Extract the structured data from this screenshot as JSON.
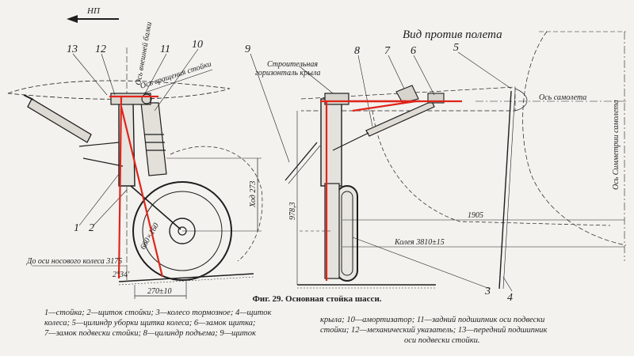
{
  "direction": {
    "label": "НП"
  },
  "view_title": "Вид против полета",
  "callouts": {
    "n1": "1",
    "n2": "2",
    "n3": "3",
    "n4": "4",
    "n5": "5",
    "n6": "6",
    "n7": "7",
    "n8": "8",
    "n9": "9",
    "n10": "10",
    "n11": "11",
    "n12": "12",
    "n13": "13"
  },
  "annotations": {
    "outer_beam_axis": "Ось внешней балки",
    "strut_rotation_axis": "Ось вращения стойки",
    "wing_horizontal": "Строительная горизонталь крыла",
    "aircraft_axis": "Ось самолета",
    "fuselage_symmetry_axis": "Ось Симметрии самолета",
    "stroke": "Ход 273",
    "nose_wheel_dist": "До оси носового колеса 3175",
    "angle": "2°34'",
    "wheel_size": "660×160",
    "track": "Колея 3810±15",
    "dim_1905": "1905",
    "dim_270": "270±10",
    "dim_9783": "978,3"
  },
  "caption": "Фиг. 29. Основная стойка шасси.",
  "legend": {
    "left": [
      "1—стойка; 2—щиток стойки; 3—колесо тормозное; 4—щиток",
      "колеса; 5—цилиндр уборки щитка колеса; 6—замок щитка;",
      "7—замок подвески стойки; 8—цилиндр подъема; 9—щиток"
    ],
    "right": [
      "крыла; 10—амортизатор; 11—задний подшипник оси подвески",
      "стойки; 12—механический указатель; 13—передний подшипник",
      "оси подвески стойки."
    ]
  },
  "colors": {
    "ink": "#1e1e1e",
    "highlight": "#e0251b",
    "paper": "#f3f2ee"
  }
}
